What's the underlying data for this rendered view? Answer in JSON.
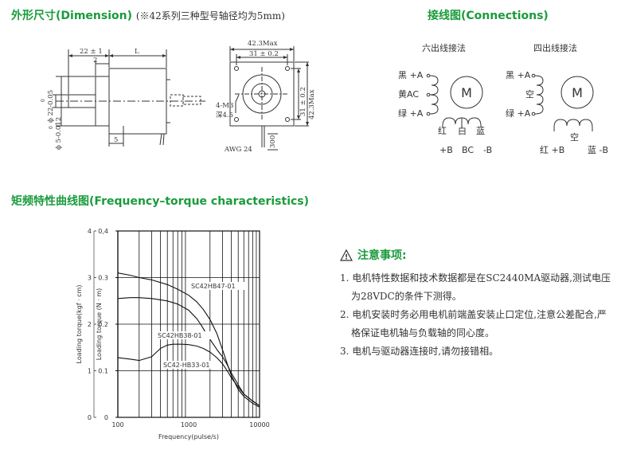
{
  "dimension": {
    "title": "外形尺寸(Dimension)",
    "subtitle": "(※42系列三种型号轴径均为5mm)",
    "labels": {
      "d22": "22 ± 1",
      "d2": "2",
      "L": "L",
      "d5": "5",
      "phi22": "ϕ 22-0.05",
      "phi22_sup": "0",
      "phi5": "ϕ 5-0.012",
      "phi5_sup": "0",
      "w423": "42.3Max",
      "w31": "31 ± 0.2",
      "h31": "31 ± 0.2",
      "h423": "42.3Max",
      "m3": "4-M3",
      "depth": "深4.5",
      "awg": "AWG 24",
      "lead": "300"
    }
  },
  "connections": {
    "title": "接线图(Connections)",
    "six": {
      "title": "六出线接法",
      "left": [
        "黑 +A",
        "黄AC",
        "绿 +A"
      ],
      "motor": "M",
      "bottom_colors": [
        "红",
        "白",
        "蓝"
      ],
      "bottom_signals": [
        "+B",
        "BC",
        "-B"
      ]
    },
    "four": {
      "title": "四出线接法",
      "left": [
        "黑 +A",
        "空",
        "绿 +A"
      ],
      "motor": "M",
      "bottom_mid": "空",
      "bottom_left": "红 +B",
      "bottom_right": "蓝 -B"
    }
  },
  "frequency": {
    "title": "矩频特性曲线图(Frequency–torque characteristics)"
  },
  "chart_data": {
    "type": "line",
    "x_scale": "log",
    "xlim": [
      100,
      10000
    ],
    "ylim": [
      0,
      0.4
    ],
    "y2lim": [
      0,
      4
    ],
    "x_ticks": [
      "100",
      "1000",
      "10000"
    ],
    "y_ticks": [
      "0",
      "0.1",
      "0.2",
      "0.3",
      "0,4"
    ],
    "y2_ticks": [
      "0",
      "1",
      "2",
      "3",
      "4"
    ],
    "xlabel": "Frequency(pulse/s)",
    "ylabel": "Loading torque (N · m)",
    "y2label": "Loading torque(kgf · cm)",
    "grid": true,
    "series": [
      {
        "name": "SC42HB47-01",
        "x": [
          100,
          150,
          200,
          300,
          500,
          700,
          1000,
          1300,
          1600,
          2000,
          2500,
          3000,
          3500,
          4000,
          5000,
          6000,
          8000,
          10000
        ],
        "values": [
          0.31,
          0.305,
          0.3,
          0.295,
          0.285,
          0.275,
          0.262,
          0.248,
          0.232,
          0.21,
          0.18,
          0.145,
          0.115,
          0.09,
          0.06,
          0.045,
          0.03,
          0.022
        ]
      },
      {
        "name": "SC42HB38-01",
        "x": [
          100,
          150,
          200,
          300,
          500,
          700,
          1000,
          1300,
          1500,
          1800,
          2200,
          2600,
          3000,
          3500,
          4000,
          5000,
          6000,
          8000,
          10000
        ],
        "values": [
          0.255,
          0.257,
          0.257,
          0.255,
          0.25,
          0.243,
          0.23,
          0.212,
          0.198,
          0.178,
          0.158,
          0.142,
          0.13,
          0.113,
          0.095,
          0.07,
          0.05,
          0.035,
          0.025
        ]
      },
      {
        "name": "SC42-HB33-01",
        "x": [
          100,
          150,
          200,
          300,
          400,
          500,
          600,
          800,
          1000,
          1300,
          1600,
          2000,
          2500,
          3000,
          3500,
          4000,
          5000,
          6000,
          8000,
          10000
        ],
        "values": [
          0.128,
          0.125,
          0.122,
          0.13,
          0.148,
          0.155,
          0.157,
          0.157,
          0.156,
          0.153,
          0.148,
          0.14,
          0.128,
          0.115,
          0.1,
          0.085,
          0.065,
          0.05,
          0.035,
          0.025
        ]
      }
    ]
  },
  "notes": {
    "title": "注意事项:",
    "warning_symbol": "!",
    "items": [
      "1. 电机特性数据和技术数据都是在SC2440MA驱动器,测试电压为28VDC的条件下测得。",
      "2. 电机安装时务必用电机前端盖安装止口定位,注意公差配合,严格保证电机轴与负载轴的同心度。",
      "3. 电机与驱动器连接时,请勿接错相。"
    ]
  }
}
